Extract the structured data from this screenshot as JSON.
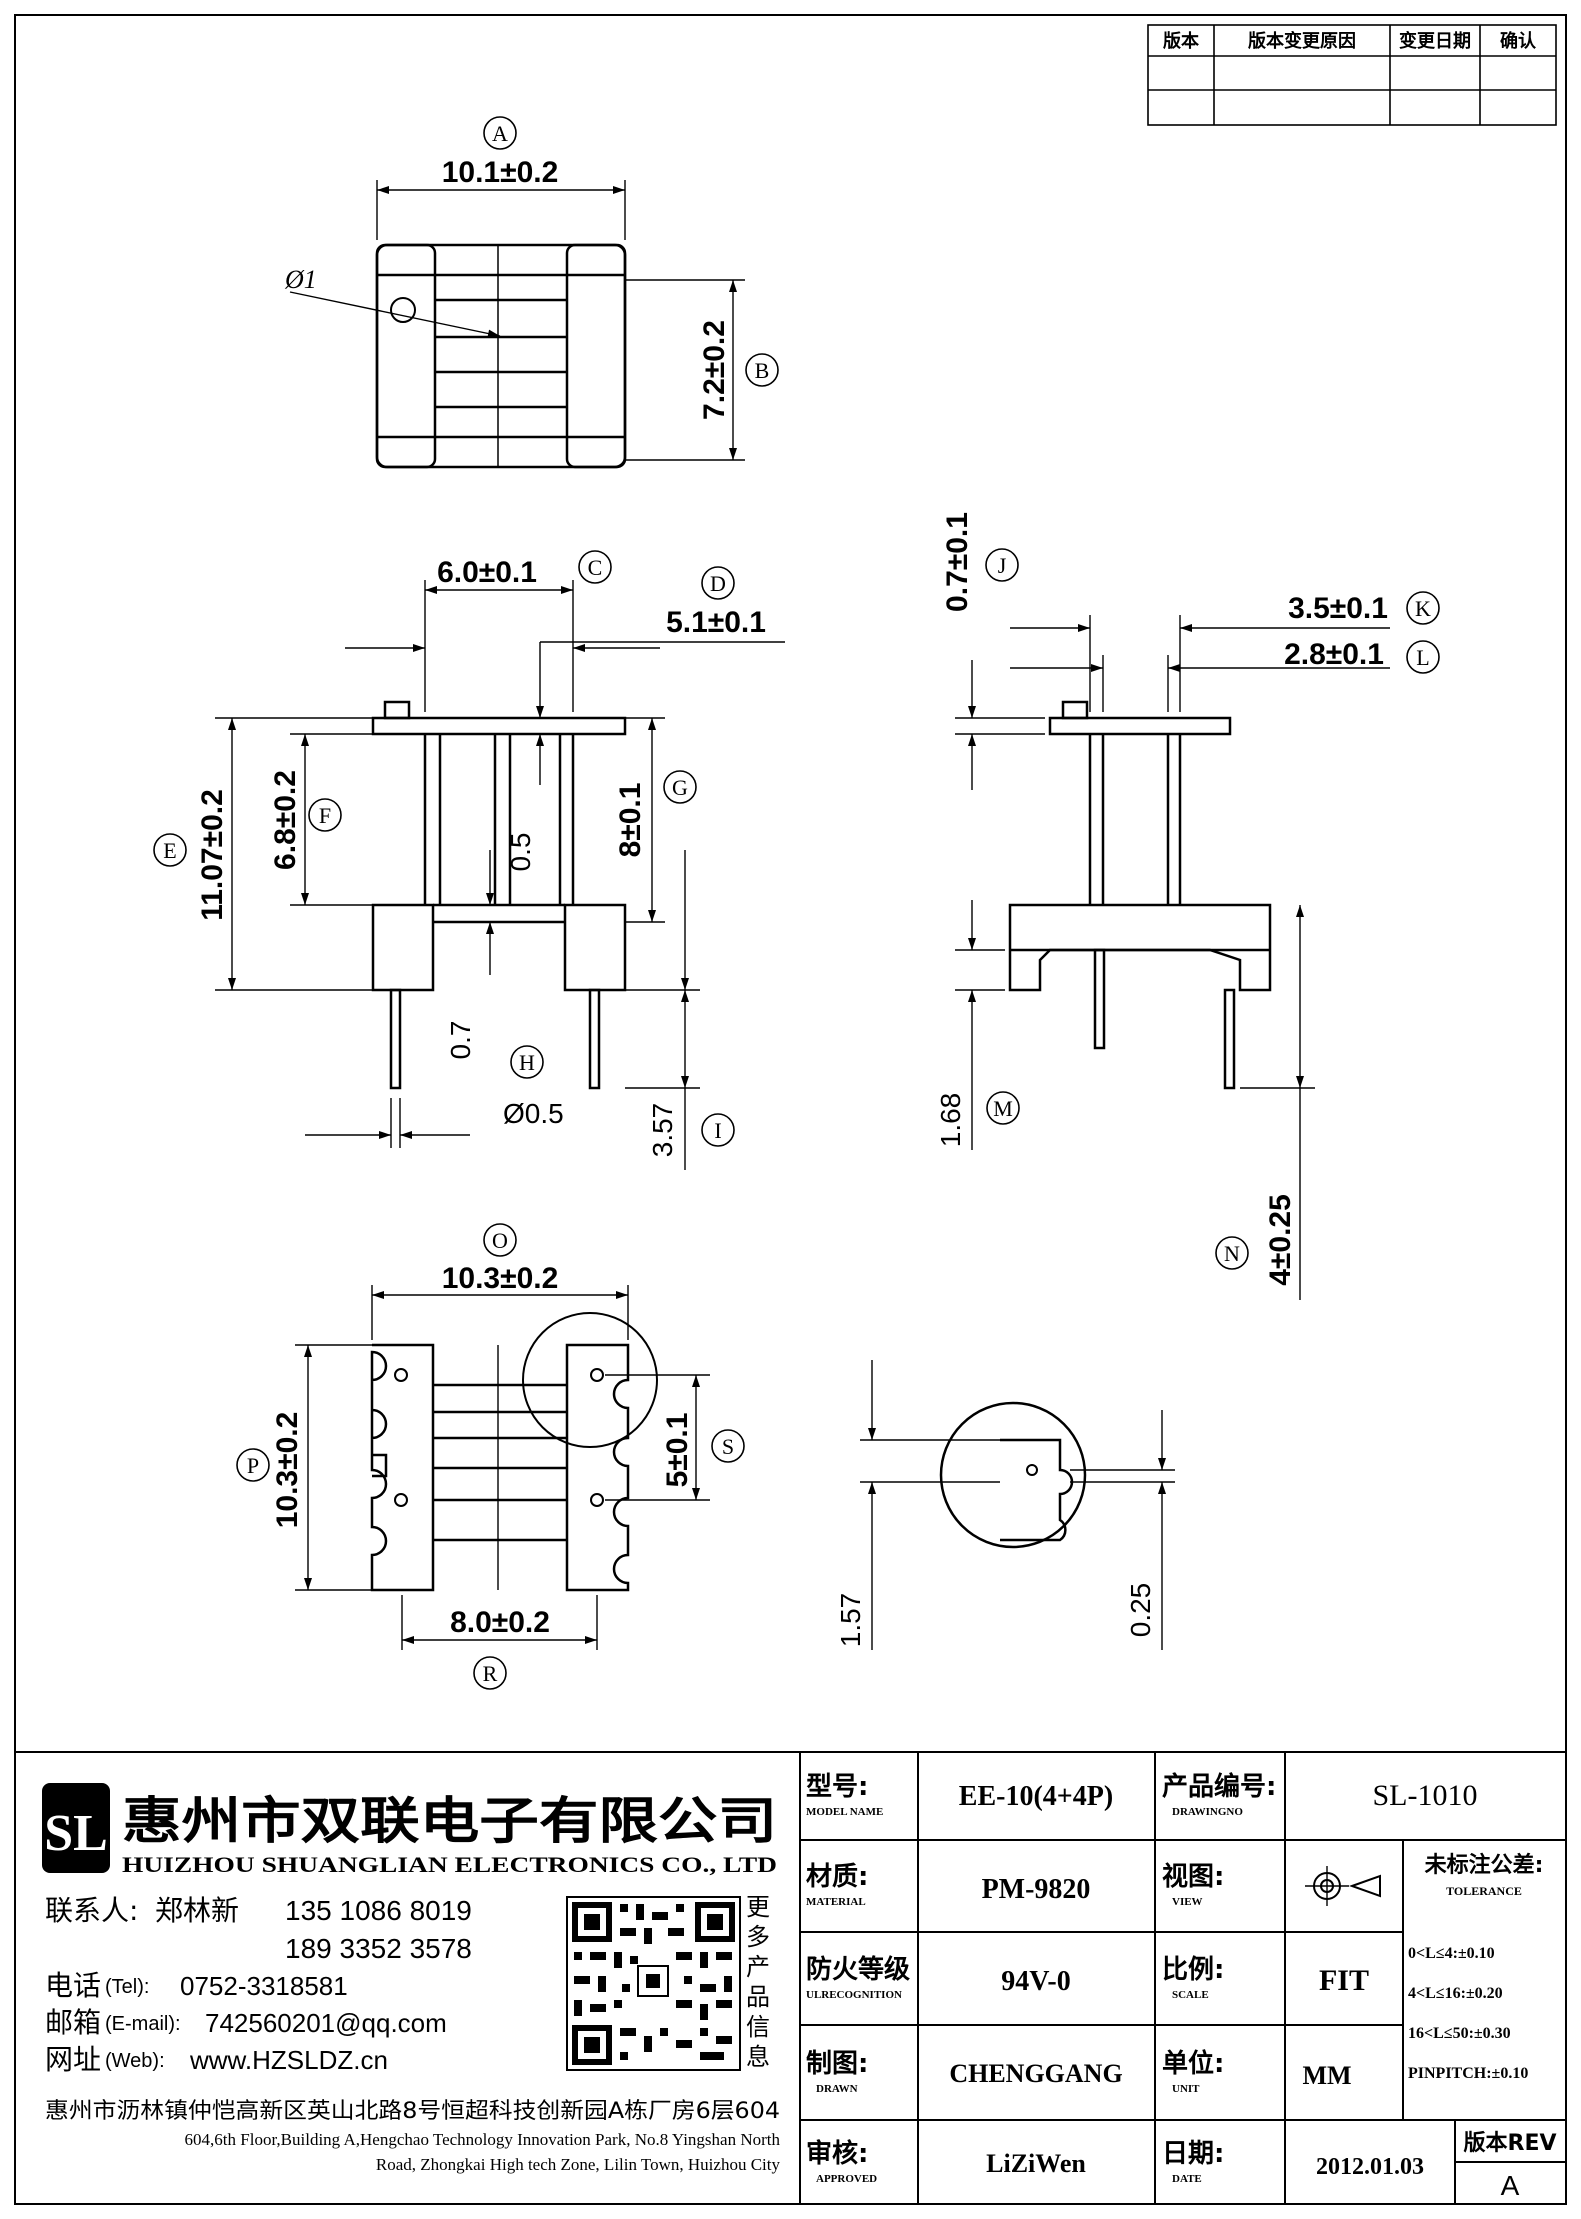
{
  "revision_table": {
    "headers": [
      "版本",
      "版本变更原因",
      "变更日期",
      "确认"
    ]
  },
  "dimensions": {
    "A": {
      "letter": "A",
      "value": "10.1±0.2"
    },
    "B": {
      "letter": "B",
      "value": "7.2±0.2"
    },
    "C": {
      "letter": "C",
      "value": "6.0±0.1"
    },
    "D": {
      "letter": "D",
      "value": "5.1±0.1"
    },
    "E": {
      "letter": "E",
      "value": "11.07±0.2"
    },
    "F": {
      "letter": "F",
      "value": "6.8±0.2"
    },
    "G": {
      "letter": "G",
      "value": "8±0.1"
    },
    "H": {
      "letter": "H",
      "value": "0.7"
    },
    "I": {
      "letter": "I",
      "value": "3.57"
    },
    "J": {
      "letter": "J",
      "value": "0.7±0.1"
    },
    "K": {
      "letter": "K",
      "value": "3.5±0.1"
    },
    "L": {
      "letter": "L",
      "value": "2.8±0.1"
    },
    "M": {
      "letter": "M",
      "value": "1.68"
    },
    "N": {
      "letter": "N",
      "value": "4±0.25"
    },
    "O": {
      "letter": "O",
      "value": "10.3±0.2"
    },
    "P": {
      "letter": "P",
      "value": "10.3±0.2"
    },
    "R": {
      "letter": "R",
      "value": "8.0±0.2"
    },
    "S": {
      "letter": "S",
      "value": "5±0.1"
    }
  },
  "extra_labels": {
    "hole": "Ø1",
    "pin": "Ø0.5",
    "gap": "0.5",
    "detail1": "1.57",
    "detail2": "0.25"
  },
  "company": {
    "logo_letters": "SL",
    "name_cn": "惠州市双联电子有限公司",
    "name_en": "HUIZHOU SHUANGLIAN ELECTRONICS CO., LTD",
    "contact_label": "联系人:",
    "contact_name": "郑林新",
    "phone1": "135 1086 8019",
    "phone2": "189 3352 3578",
    "tel_label": "电话",
    "tel_tag": "(Tel):",
    "tel": "0752-3318581",
    "mail_label": "邮箱",
    "mail_tag": "(E-mail):",
    "email": "742560201@qq.com",
    "web_label": "网址",
    "web_tag": "(Web):",
    "web": "www.HZSLDZ.cn",
    "qr_caption": [
      "更",
      "多",
      "产",
      "品",
      "信",
      "息"
    ],
    "address_cn": "惠州市沥林镇仲恺高新区英山北路8号恒超科技创新园A栋厂房6层604",
    "address_en_1": "604,6th Floor,Building A,Hengchao Technology Innovation Park, No.8 Yingshan North",
    "address_en_2": "Road, Zhongkai High tech Zone, Lilin Town, Huizhou City"
  },
  "title_block": {
    "model_label": "型号:",
    "model_sub": "MODEL NAME",
    "model_value": "EE-10(4+4P)",
    "drawing_label": "产品编号:",
    "drawing_sub": "DRAWINGNO",
    "drawing_value": "SL-1010",
    "material_label": "材质:",
    "material_sub": "MATERIAL",
    "material_value": "PM-9820",
    "view_label": "视图:",
    "view_sub": "VIEW",
    "tol_label": "未标注公差:",
    "tol_sub": "TOLERANCE",
    "tol_lines": [
      "0<L≤4:±0.10",
      "4<L≤16:±0.20",
      "16<L≤50:±0.30",
      "PINPITCH:±0.10"
    ],
    "fire_label": "防火等级",
    "fire_sub": "ULRECOGNITION",
    "fire_value": "94V-0",
    "scale_label": "比例:",
    "scale_sub": "SCALE",
    "scale_value": "FIT",
    "drawn_label": "制图:",
    "drawn_sub": "DRAWN",
    "drawn_value": "CHENGGANG",
    "unit_label": "单位:",
    "unit_sub": "UNIT",
    "unit_value": "MM",
    "approved_label": "审核:",
    "approved_sub": "APPROVED",
    "approved_value": "LiZiWen",
    "date_label": "日期:",
    "date_sub": "DATE",
    "date_value": "2012.01.03",
    "rev_label": "版本REV",
    "rev_value": "A"
  }
}
